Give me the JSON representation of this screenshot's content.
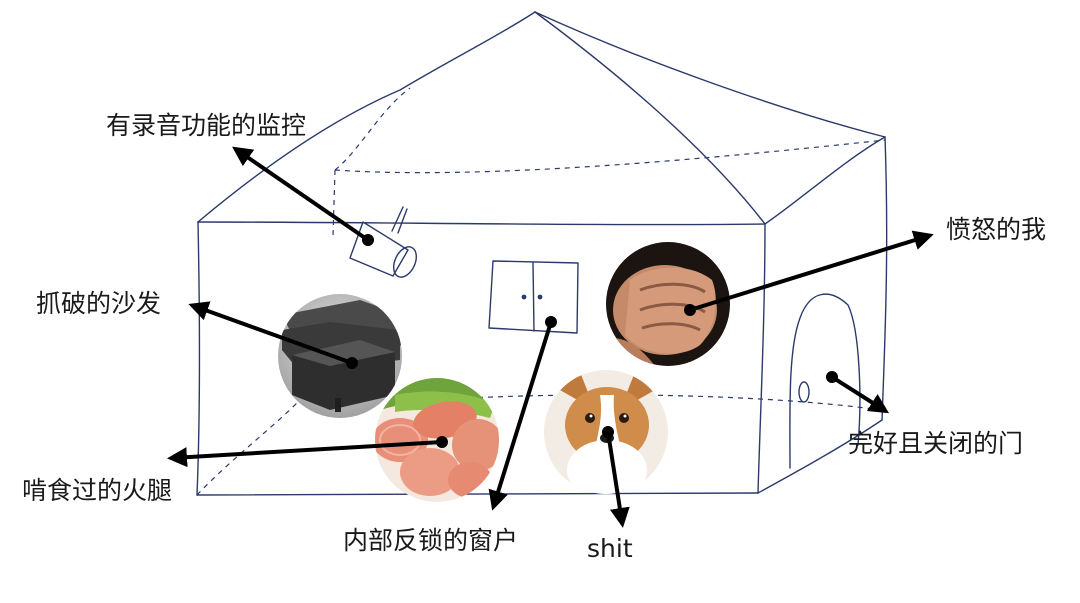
{
  "labels": {
    "camera": "有录音功能的监控",
    "angry_me": "愤怒的我",
    "sofa": "抓破的沙发",
    "door": "完好且关闭的门",
    "ham": "啃食过的火腿",
    "window": "内部反锁的窗户",
    "dog": "shit"
  },
  "colors": {
    "sketch_line": "#2b3a6b",
    "arrow": "#000000",
    "text": "#1a1a1a"
  },
  "icons": {
    "camera": "security-camera-sketch",
    "sofa_photo": "gray-leather-sofa-photo",
    "fist_photo": "clenched-fist-photo",
    "ham_photo": "sliced-ham-sausage-photo",
    "dog_photo": "corgi-dog-photo"
  }
}
